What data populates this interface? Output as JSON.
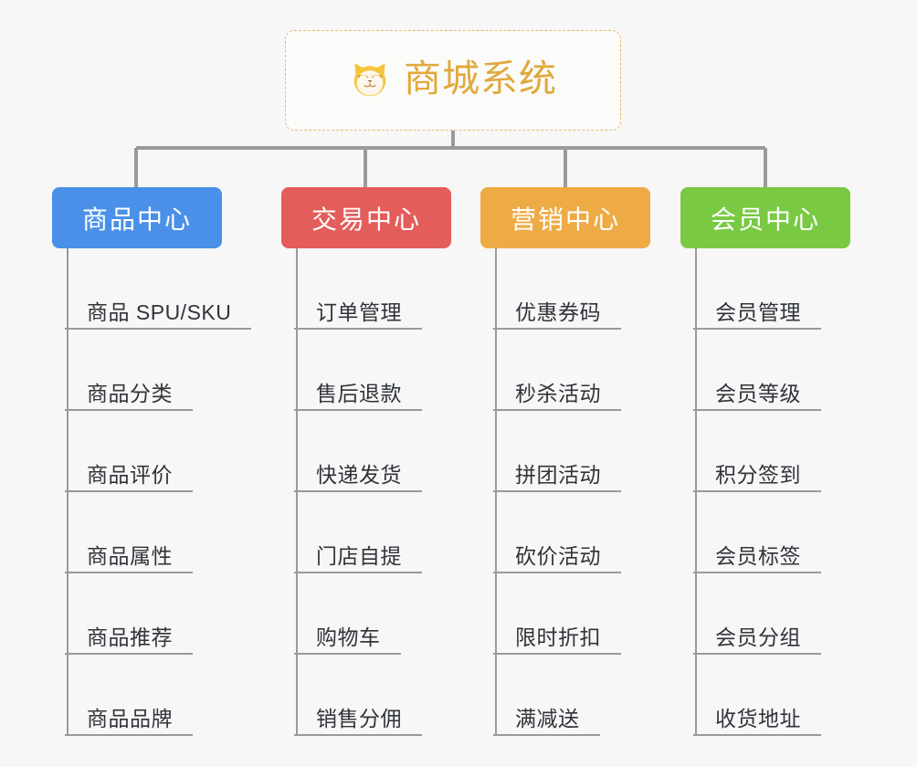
{
  "diagram": {
    "type": "mind-map",
    "background_color": "#f7f7f7",
    "root": {
      "title": "商城系统",
      "icon": "dog-face-icon",
      "text_color": "#e0a93c",
      "border_color": "#e8b96a",
      "background_color": "#fbfbfa"
    },
    "connector_color": "#9a9a9a",
    "leaf_text_color": "#30343a",
    "branches": [
      {
        "title": "商品中心",
        "color": "#4a90e8",
        "leaves": [
          "商品 SPU/SKU",
          "商品分类",
          "商品评价",
          "商品属性",
          "商品推荐",
          "商品品牌"
        ]
      },
      {
        "title": "交易中心",
        "color": "#e35d5b",
        "leaves": [
          "订单管理",
          "售后退款",
          "快递发货",
          "门店自提",
          "购物车",
          "销售分佣"
        ]
      },
      {
        "title": "营销中心",
        "color": "#eeab45",
        "leaves": [
          "优惠券码",
          "秒杀活动",
          "拼团活动",
          "砍价活动",
          "限时折扣",
          "满减送"
        ]
      },
      {
        "title": "会员中心",
        "color": "#7ac943",
        "leaves": [
          "会员管理",
          "会员等级",
          "积分签到",
          "会员标签",
          "会员分组",
          "收货地址"
        ]
      }
    ]
  }
}
